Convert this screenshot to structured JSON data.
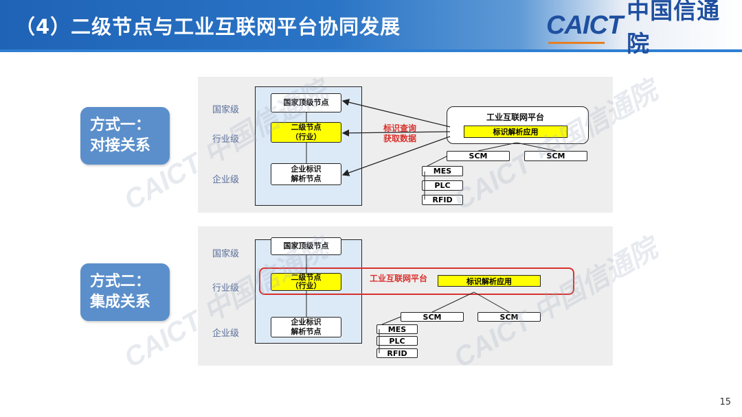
{
  "header": {
    "title": "（4）二级节点与工业互联网平台协同发展",
    "logo_latin": "CAICT",
    "logo_cn": "中国信通院"
  },
  "levels": {
    "national": "国家级",
    "industry": "行业级",
    "enterprise": "企业级"
  },
  "nodes": {
    "top": "国家顶级节点",
    "secondary_line1": "二级节点",
    "secondary_line2": "（行业）",
    "enterprise_line1": "企业标识",
    "enterprise_line2": "解析节点"
  },
  "mode1": {
    "label_line1": "方式一：",
    "label_line2": "对接关系",
    "platform_title": "工业互联网平台",
    "app": "标识解析应用",
    "query_line1": "标识查询",
    "query_line2": "获取数据",
    "scm": [
      "SCM",
      "SCM"
    ],
    "systems": [
      "MES",
      "PLC",
      "RFID"
    ]
  },
  "mode2": {
    "label_line1": "方式二：",
    "label_line2": "集成关系",
    "platform_title": "工业互联网平台",
    "app": "标识解析应用",
    "scm": [
      "SCM",
      "SCM"
    ],
    "systems": [
      "MES",
      "PLC",
      "RFID"
    ]
  },
  "watermark": "CAICT 中国信通院",
  "page_number": "15",
  "colors": {
    "header_blue": "#1f63b6",
    "label_blue": "#5b8fcb",
    "node_yellow": "#ffff00",
    "accent_red": "#d9302b"
  }
}
